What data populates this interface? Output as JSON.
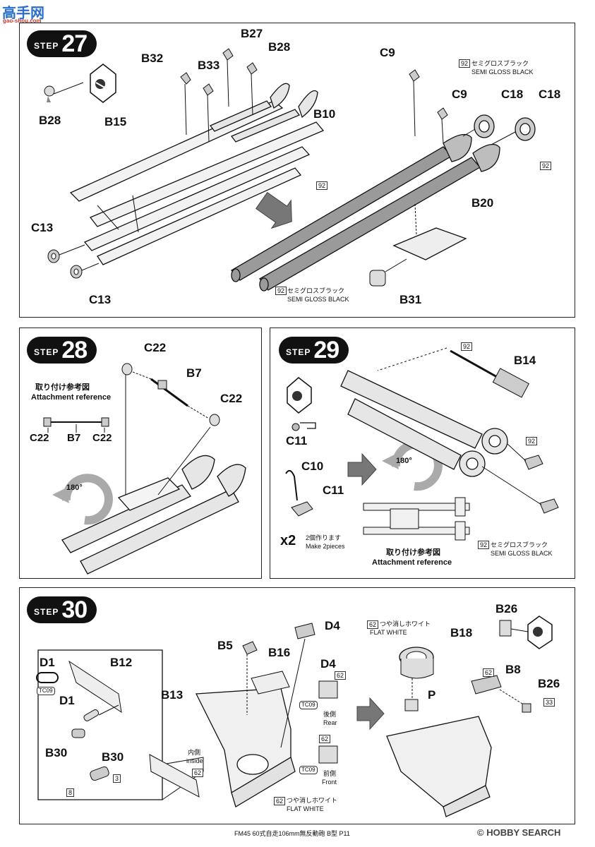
{
  "watermark_top": {
    "main": "高手网",
    "sub": "gao-shou.com"
  },
  "step_word": "STEP",
  "steps": [
    {
      "number": "27",
      "labels": {
        "b32": "B32",
        "b33": "B33",
        "b27": "B27",
        "b28a": "B28",
        "b28b": "B28",
        "b15": "B15",
        "b10": "B10",
        "c13a": "C13",
        "c13b": "C13",
        "c9a": "C9",
        "c9b": "C9",
        "c18a": "C18",
        "c18b": "C18",
        "b20": "B20",
        "b31": "B31"
      },
      "paint_code": "92",
      "paint_jp": "セミグロスブラック",
      "paint_en": "SEMI GLOSS BLACK"
    },
    {
      "number": "28",
      "labels": {
        "c22a": "C22",
        "c22b": "C22",
        "b7": "B7",
        "ref_c22a": "C22",
        "ref_b7": "B7",
        "ref_c22b": "C22"
      },
      "ref_jp": "取り付け参考図",
      "ref_en": "Attachment reference",
      "rotate": "180°"
    },
    {
      "number": "29",
      "labels": {
        "b14": "B14",
        "c11a": "C11",
        "c10": "C10",
        "c11b": "C11"
      },
      "paint_code": "92",
      "paint_jp": "セミグロスブラック",
      "paint_en": "SEMI GLOSS BLACK",
      "rotate": "180°",
      "multiplier": "x2",
      "make_jp": "2個作ります",
      "make_en": "Make 2pieces",
      "ref_jp": "取り付け参考図",
      "ref_en": "Attachment reference"
    },
    {
      "number": "30",
      "labels": {
        "d1a": "D1",
        "d1b": "D1",
        "b12": "B12",
        "b30a": "B30",
        "b30b": "B30",
        "b5": "B5",
        "b16": "B16",
        "d4a": "D4",
        "d4b": "D4",
        "b13": "B13",
        "b18": "B18",
        "b8": "B8",
        "b26a": "B26",
        "b26b": "B26",
        "p": "P"
      },
      "codes": {
        "tc09": "TC09",
        "c62": "62",
        "c3": "3",
        "c8": "8",
        "c33": "33"
      },
      "flat_white_jp": "つや消しホワイト",
      "flat_white_en": "FLAT WHITE",
      "inside_jp": "内側",
      "inside_en": "inside",
      "rear_jp": "後側",
      "rear_en": "Rear",
      "front_jp": "前側",
      "front_en": "Front"
    }
  ],
  "footer": "FM45 60式自走106mm無反動砲 B型 P11",
  "watermark_bottom": "HOBBY SEARCH",
  "watermark_copyright": "©"
}
